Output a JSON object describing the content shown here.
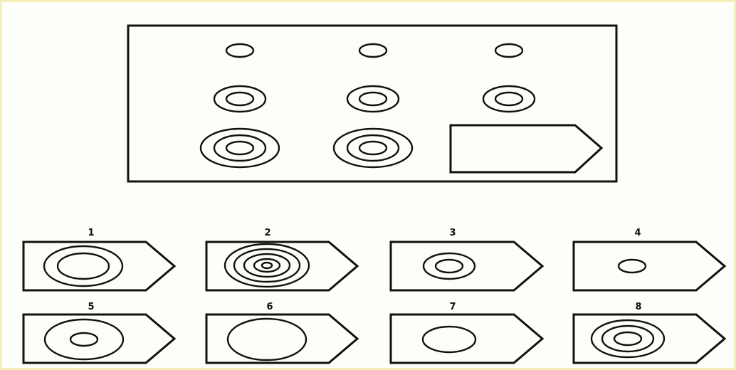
{
  "options": [
    {
      "number": "1"
    },
    {
      "number": "2"
    },
    {
      "number": "3"
    },
    {
      "number": "4"
    },
    {
      "number": "5"
    },
    {
      "number": "6"
    },
    {
      "number": "7"
    },
    {
      "number": "8"
    }
  ]
}
